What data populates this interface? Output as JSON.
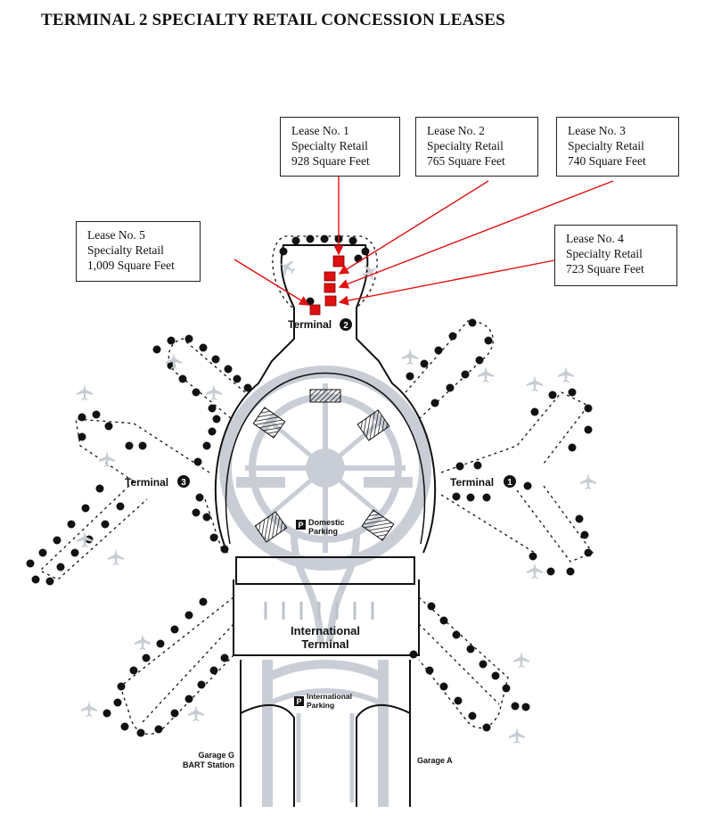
{
  "title": "TERMINAL 2 SPECIALTY RETAIL CONCESSION LEASES",
  "leases": [
    {
      "name": "Lease No. 1",
      "type": "Specialty Retail",
      "area": "928 Square Feet"
    },
    {
      "name": "Lease No. 2",
      "type": "Specialty Retail",
      "area": "765 Square Feet"
    },
    {
      "name": "Lease No. 3",
      "type": "Specialty Retail",
      "area": "740 Square Feet"
    },
    {
      "name": "Lease No. 4",
      "type": "Specialty Retail",
      "area": "723 Square Feet"
    },
    {
      "name": "Lease No. 5",
      "type": "Specialty Retail",
      "area": "1,009 Square Feet"
    }
  ],
  "map_labels": {
    "terminal1": "Terminal",
    "terminal1_num": "1",
    "terminal2": "Terminal",
    "terminal2_num": "2",
    "terminal3": "Terminal",
    "terminal3_num": "3",
    "international_line1": "International",
    "international_line2": "Terminal",
    "domestic_parking_line1": "Domestic",
    "domestic_parking_line2": "Parking",
    "international_parking_line1": "International",
    "international_parking_line2": "Parking",
    "parking_icon": "P",
    "garage_g_line1": "Garage G",
    "garage_g_line2": "BART Station",
    "garage_a": "Garage A"
  },
  "colors": {
    "lease_marker": "#e01010",
    "arrow": "#e01010",
    "road": "#c9ced6",
    "outline": "#111111"
  },
  "icons": [
    "airplane-icon",
    "gate-marker-icon",
    "parking-icon"
  ]
}
